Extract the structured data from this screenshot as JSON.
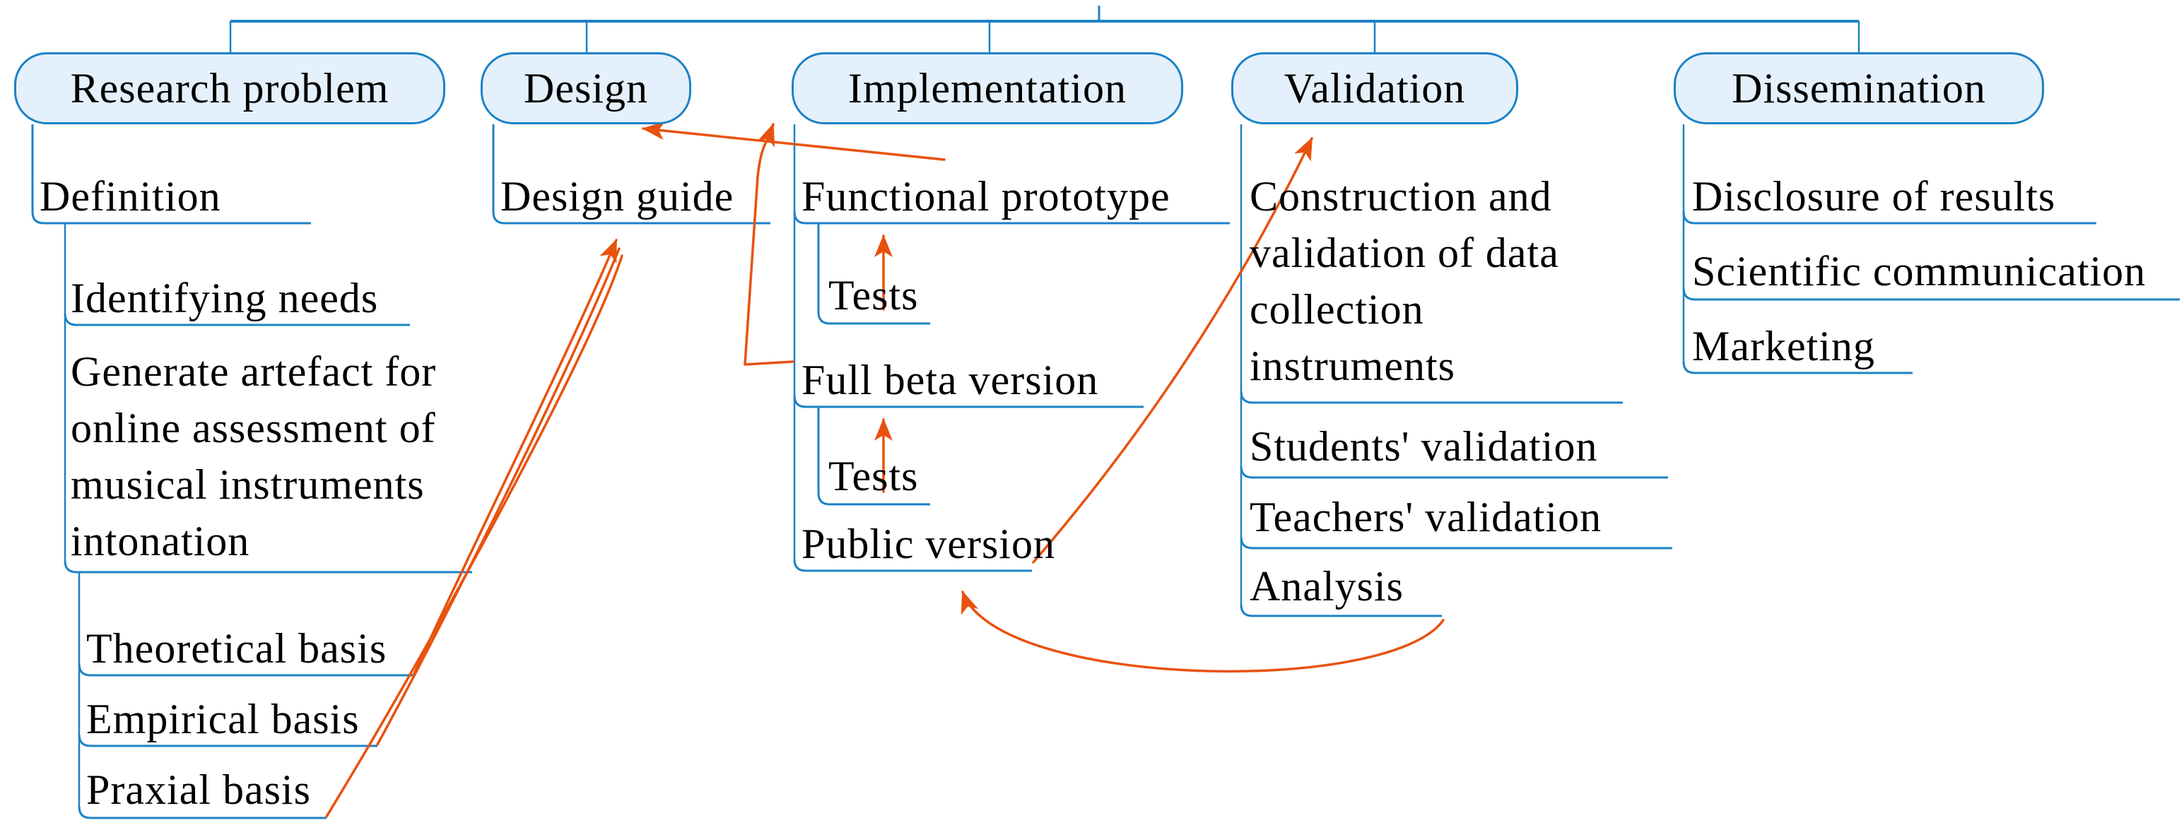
{
  "figure": {
    "type": "mind-map-flow-diagram",
    "description_visible": "Research process tree with five phases connected by a top bus line; orange arrows show relations between sub-activities"
  },
  "colors": {
    "line_blue": "#1b82c6",
    "bubble_fill": "#e4f0fb",
    "bubble_border": "#1b82c6",
    "arrow_orange": "#e8520e",
    "text_color": "#000000"
  },
  "columns": [
    {
      "title": "Research problem",
      "items": [
        "Definition",
        "Identifying needs",
        "Generate artefact for\nonline assessment of\nmusical instruments\nintonation",
        "Theoretical basis",
        "Empirical basis",
        "Praxial basis"
      ]
    },
    {
      "title": "Design",
      "items": [
        "Design guide"
      ]
    },
    {
      "title": "Implementation",
      "items": [
        "Functional prototype",
        "Tests",
        "Full beta version",
        "Tests",
        "Public version"
      ]
    },
    {
      "title": "Validation",
      "items": [
        "Construction and\nvalidation of data\ncollection\ninstruments",
        "Students' validation",
        "Teachers' validation",
        "Analysis"
      ]
    },
    {
      "title": "Dissemination",
      "items": [
        "Disclosure of results",
        "Scientific communication",
        "Marketing"
      ]
    }
  ],
  "relations": [
    {
      "from": "Theoretical basis",
      "to": "Design guide"
    },
    {
      "from": "Empirical basis",
      "to": "Design guide"
    },
    {
      "from": "Praxial basis",
      "to": "Design guide"
    },
    {
      "from": "Functional prototype",
      "to": "Design"
    },
    {
      "from": "Full beta version",
      "to": "Implementation"
    },
    {
      "from": "Tests",
      "to": "Functional prototype"
    },
    {
      "from": "Tests",
      "to": "Full beta version"
    },
    {
      "from": "Public version",
      "to": "Validation"
    },
    {
      "from": "Analysis",
      "to": "Public version"
    }
  ]
}
